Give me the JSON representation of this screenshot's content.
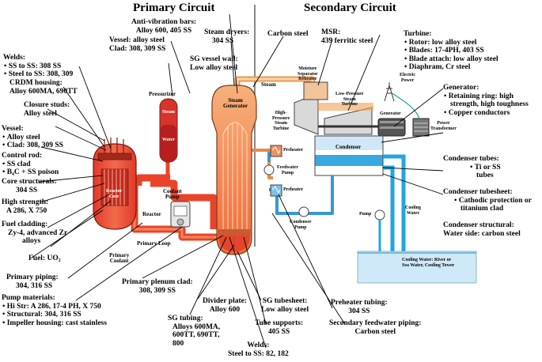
{
  "headers": {
    "primary": "Primary Circuit",
    "secondary": "Secondary Circuit"
  },
  "labels": {
    "anti_vibration": [
      "Anti-vibration bars:",
      "Alloy 600, 405 SS"
    ],
    "vessel_alloy": [
      "Vessel: alloy steel",
      "Clad: 308, 309 SS"
    ],
    "welds_top": {
      "title": "Welds:",
      "items": [
        "SS to SS: 308 SS",
        "Steel to SS: 308, 309"
      ]
    },
    "crdm": [
      "CRDM housing:",
      "Alloy 600MA, 690TT"
    ],
    "closure": [
      "Closure studs:",
      "Alloy steel"
    ],
    "vessel": {
      "title": "Vessel:",
      "items": [
        "Alloy steel",
        "Clad: 308, 309 SS"
      ]
    },
    "control_rod": {
      "title": "Control rod:",
      "items": [
        "SS clad",
        "B₄C + SS poison"
      ]
    },
    "core_struct": [
      "Core structurals:",
      "304 SS"
    ],
    "high_strength": [
      "High strength:",
      "A 286, X 750"
    ],
    "fuel_cladding": [
      "Fuel cladding:",
      "Zy-4, advanced Zr",
      "alloys"
    ],
    "fuel": "Fuel: UO₂",
    "primary_piping": [
      "Primary piping:",
      "304, 316 SS"
    ],
    "pump_materials": {
      "title": "Pump materials:",
      "items": [
        "Hi Str: A 286, 17-4 PH, X 750",
        "Structural: 304, 316 SS",
        "Impeller housing: cast stainless"
      ]
    },
    "steam_dryers": [
      "Steam dryers:",
      "304 SS"
    ],
    "sg_vessel_wall": [
      "SG vessel wall:",
      "Low alloy steel"
    ],
    "carbon_steel": "Carbon steel",
    "msr": [
      "MSR:",
      "439 ferritic steel"
    ],
    "turbine": {
      "title": "Turbine:",
      "items": [
        "Rotor: low alloy steel",
        "Blades: 17-4PH, 403 SS",
        "Blade attach: low alloy steel",
        "Diaphram, Cr steel"
      ]
    },
    "generator": {
      "title": "Generator:",
      "items": [
        "Retaining ring: high strength, high toughness",
        "Copper conductors"
      ]
    },
    "condenser_tubes": {
      "title": "Condenser tubes:",
      "items": [
        "Ti or SS tubes"
      ]
    },
    "condenser_tubesheet": {
      "title": "Condenser tubesheet:",
      "items": [
        "Cathodic protection or titanium clad"
      ]
    },
    "condenser_struct": [
      "Condenser structural:",
      "Water side: carbon steel"
    ],
    "primary_plenum": [
      "Primary plenum clad:",
      "308, 309 SS"
    ],
    "divider_plate": [
      "Divider plate:",
      "Alloy 600"
    ],
    "sg_tubing": [
      "SG tubing:",
      "Alloys 600MA,",
      "600TT, 690TT,",
      "800"
    ],
    "sg_tubesheet": [
      "SG tubesheet:",
      "Low alloy steel"
    ],
    "tube_supports": [
      "Tube supports:",
      "405 SS"
    ],
    "welds_bottom": [
      "Welds:",
      "Steel to SS: 82, 182"
    ],
    "preheater_tubing": [
      "Preheater tubing:",
      "304 SS"
    ],
    "secondary_fw": [
      "Secondary feedwater piping:",
      "Carbon steel"
    ]
  },
  "component_labels": {
    "pressurizer": "Pressurizer",
    "pzr_steam": "Steam",
    "pzr_water": "Water",
    "reactor_core": [
      "Reactor",
      "Core"
    ],
    "reactor": "Reactor",
    "coolant_pump": [
      "Coolant",
      "Pump"
    ],
    "primary_loop": "Primary Loop",
    "primary_coolant": [
      "Primary",
      "Coolant"
    ],
    "steam_generator": [
      "Steam",
      "Generator"
    ],
    "steam": "Steam",
    "hp_turbine": [
      "High-",
      "Pressure",
      "Steam",
      "Turbine"
    ],
    "moisture_sep": [
      "Moisture",
      "Separator",
      "Reheater"
    ],
    "lp_turbine": [
      "Low-Pressure",
      "Steam",
      "Turbine"
    ],
    "generator": "Generator",
    "power_transformer": [
      "Power",
      "Transformer"
    ],
    "electric_power": [
      "Electric",
      "Power"
    ],
    "condenser": "Condenser",
    "preheater_1": "Preheater",
    "preheater_2": "Preheater",
    "feedwater_pump": [
      "Feedwater",
      "Pump"
    ],
    "condenser_pump": [
      "Condenser",
      "Pump"
    ],
    "pump": "Pump",
    "cooling_water": [
      "Cooling",
      "Water"
    ],
    "cooling_water_source": [
      "Cooling Water:  River or",
      "Sea Water, Cooling Tower"
    ]
  },
  "colors": {
    "primary_pipe": "#e8442a",
    "steam_pipe": "#f0a050",
    "feedwater_pipe": "#3a9ad8",
    "cooling_pipe": "#00a0d8",
    "pressurizer_steam": "#d8332a",
    "pressurizer_water": "#c02020",
    "sg_hot": "#f29a5a",
    "divider": "#888888"
  }
}
